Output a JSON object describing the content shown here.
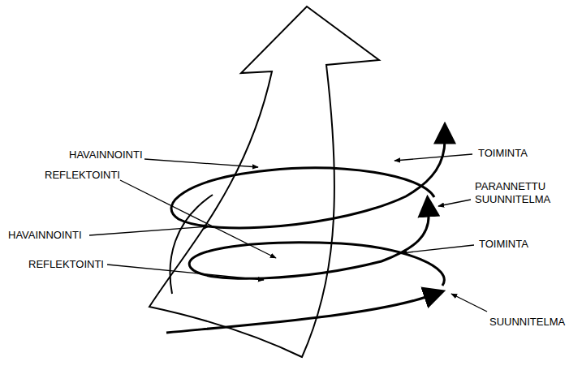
{
  "diagram": {
    "labels": [
      "HAVAINNOINTI",
      "TOIMINTA",
      "REFLEKTOINTI",
      "PARANNETTU SUUNNITELMA",
      "HAVAINNOINTI",
      "TOIMINTA",
      "REFLEKTOINTI",
      "SUUNNITELMA"
    ]
  }
}
